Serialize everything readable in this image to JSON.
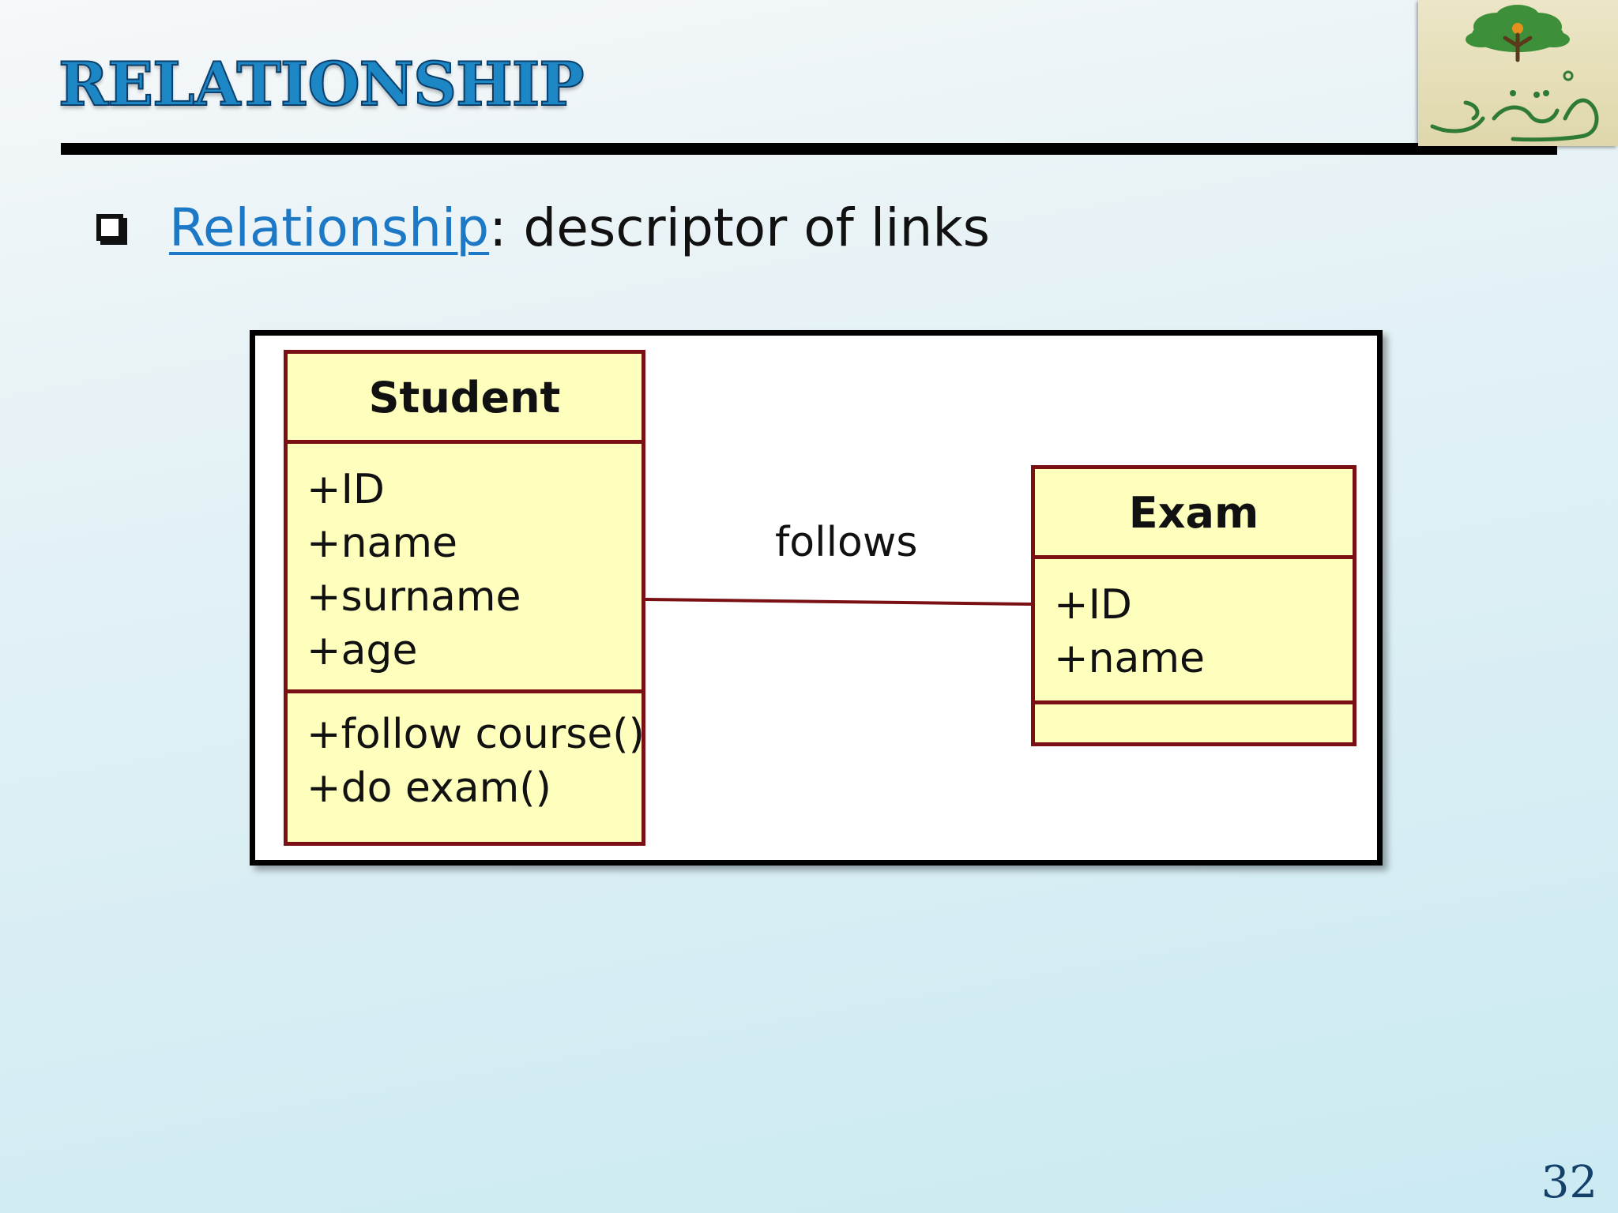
{
  "header": {
    "title": "RELATIONSHIP"
  },
  "bullet": {
    "term": "Relationship",
    "definition": ": descriptor of links"
  },
  "diagram": {
    "association_label": "follows",
    "classes": {
      "student": {
        "name": "Student",
        "attributes": [
          "+ID",
          "+name",
          "+surname",
          "+age"
        ],
        "operations": [
          "+follow course()",
          "+do exam()"
        ]
      },
      "exam": {
        "name": "Exam",
        "attributes": [
          "+ID",
          "+name"
        ],
        "operations": []
      }
    },
    "colors": {
      "class_fill": "#ffffbd",
      "class_border": "#7a0f14"
    }
  },
  "footer": {
    "page_number": "32"
  },
  "logo": {
    "icon": "tree-logo-icon"
  }
}
